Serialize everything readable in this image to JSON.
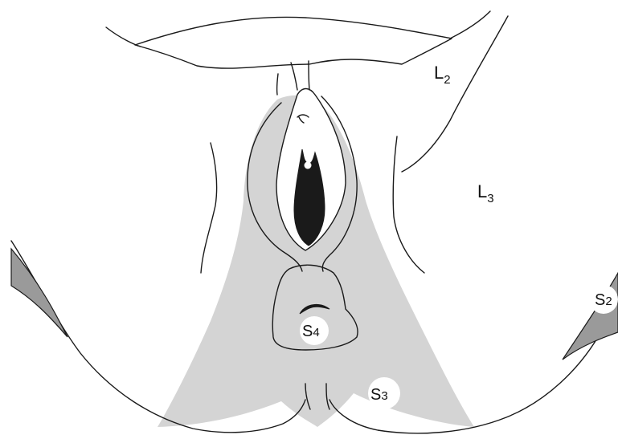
{
  "labels": {
    "l2": {
      "main": "L",
      "sub": "2"
    },
    "l3": {
      "main": "L",
      "sub": "3"
    },
    "s2": {
      "main": "S",
      "sub": "2"
    },
    "s3": {
      "main": "S",
      "sub": "3"
    },
    "s4": {
      "main": "S",
      "sub": "4"
    }
  },
  "colors": {
    "shade_light": "#d4d4d4",
    "shade_dark": "#9a9a9a",
    "line": "#1a1a1a",
    "background": "#ffffff"
  }
}
